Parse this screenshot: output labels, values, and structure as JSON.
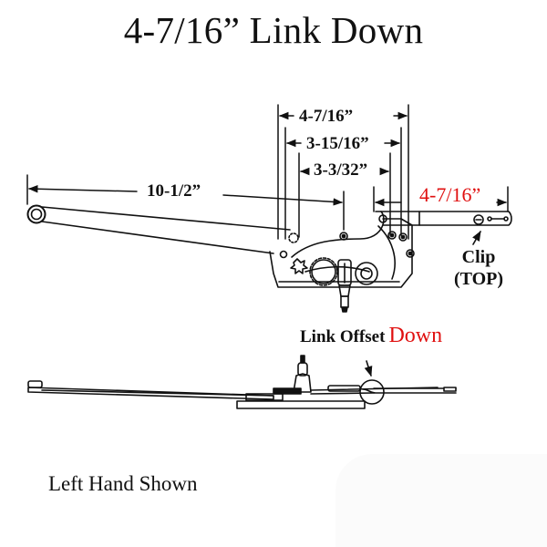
{
  "title": "4-7/16” Link Down",
  "dimensions": {
    "arm_length": "10-1/2”",
    "overall_mount_width": "4-7/16”",
    "mid_mount_width": "3-15/16”",
    "inner_mount_width": "3-3/32”",
    "link_length": "4-7/16”"
  },
  "callouts": {
    "clip_line1": "Clip",
    "clip_line2": "(TOP)",
    "link_offset_prefix": "Link Offset",
    "link_offset_value": "Down"
  },
  "footer": {
    "handedness_note": "Left Hand Shown"
  },
  "colors": {
    "line": "#111111",
    "highlight_red": "#e01010",
    "background": "#ffffff"
  },
  "views": {
    "top_view": "operator-top-view",
    "side_view": "operator-side-view"
  }
}
